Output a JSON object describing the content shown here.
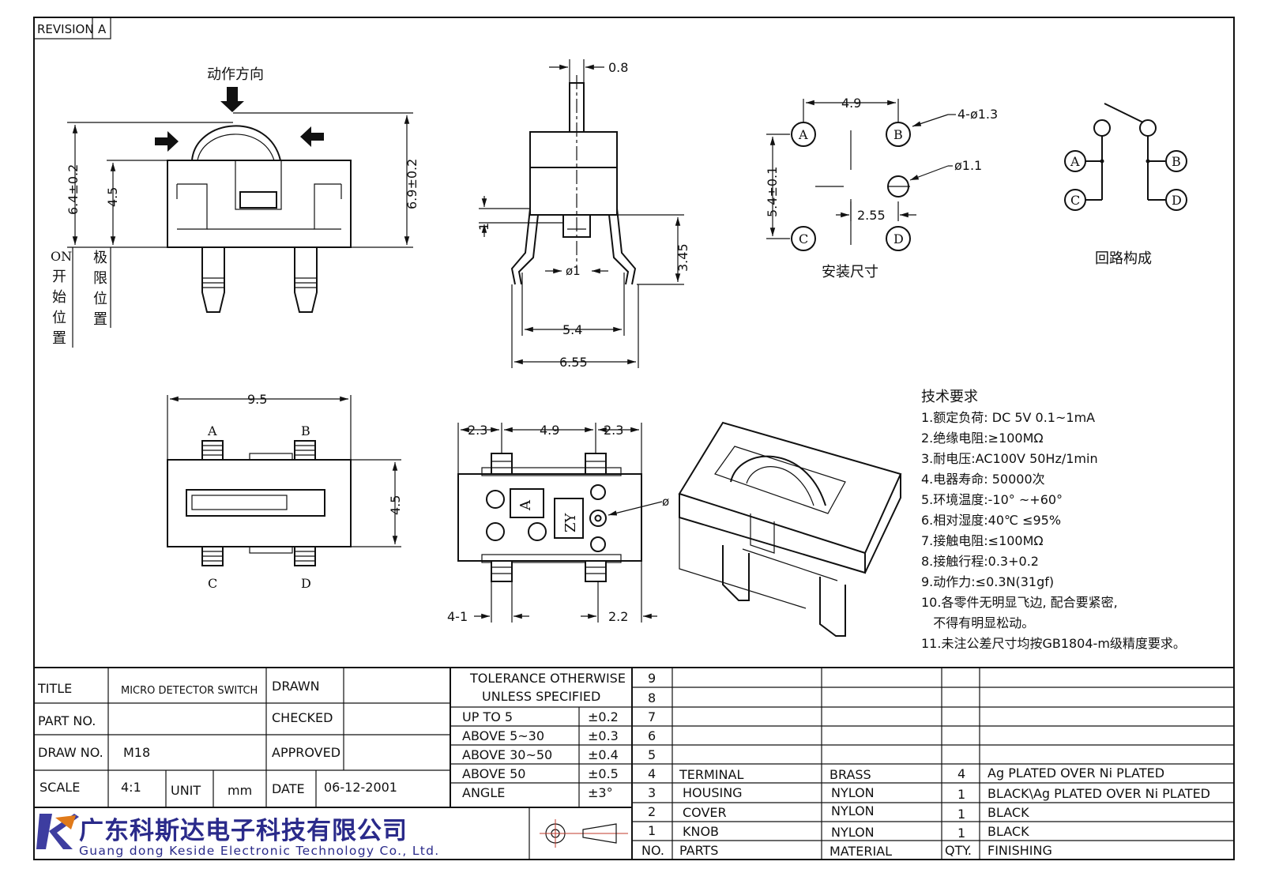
{
  "revision": {
    "label": "REVISION",
    "value": "A"
  },
  "action_direction": "动作方向",
  "dims": {
    "d_6_4": "6.4±0.2",
    "d_4_5_left": "4.5",
    "d_6_9": "6.9±0.2",
    "d_0_8": "0.8",
    "d_1": "1",
    "d_3_45": "3.45",
    "d_phi1": "ø1",
    "d_5_4": "5.4",
    "d_6_55": "6.55",
    "d_4_9_top": "4.9",
    "d_4phi13": "4-ø1.3",
    "d_phi11": "ø1.1",
    "d_5_4v": "5.4±0.1",
    "d_2_55": "2.55",
    "d_9_5": "9.5",
    "d_4_5_right": "4.5",
    "d_2_3a": "2.3",
    "d_4_9b": "4.9",
    "d_2_3b": "2.3",
    "d_4_1": "4-1",
    "d_2_2": "2.2",
    "d_phi": "ø"
  },
  "pos_on_start": [
    "ON",
    "开",
    "始",
    "位",
    "置"
  ],
  "pos_limit": [
    "极",
    "限",
    "位",
    "置"
  ],
  "mount_label": "安装尺寸",
  "circuit_label": "回路构成",
  "pins": {
    "a": "A",
    "b": "B",
    "c": "C",
    "d": "D"
  },
  "mark_a": "A",
  "mark_zy": "ZY",
  "tech": {
    "title": "技术要求",
    "items": [
      "1.额定负荷: DC 5V  0.1~1mA",
      "2.绝缘电阻:≥100MΩ",
      "3.耐电压:AC100V 50Hz/1min",
      "4.电器寿命: 50000次",
      "5.环境温度:-10°  ~+60°",
      "6.相对湿度:40℃   ≤95%",
      "7.接触电阻:≤100MΩ",
      "8.接触行程:0.3+0.2",
      "9.动作力:≤0.3N(31gf)",
      "10.各零件无明显飞边, 配合要紧密,",
      "   不得有明显松动。",
      "11.未注公差尺寸均按GB1804-m级精度要求。"
    ]
  },
  "title_block": {
    "title_label": "TITLE",
    "title_value": "MICRO DETECTOR SWITCH",
    "drawn_label": "DRAWN",
    "part_label": "PART NO.",
    "checked_label": "CHECKED",
    "drawno_label": "DRAW NO.",
    "drawno_value": "M18",
    "approved_label": "APPROVED",
    "scale_label": "SCALE",
    "scale_value": "4:1",
    "unit_label": "UNIT",
    "unit_value": "mm",
    "date_label": "DATE",
    "date_value": "06-12-2001",
    "tol_title_1": "TOLERANCE OTHERWISE",
    "tol_title_2": "UNLESS SPECIFIED",
    "tolerances": [
      {
        "range": "UP TO 5",
        "value": "±0.2"
      },
      {
        "range": "ABOVE 5~30",
        "value": "±0.3"
      },
      {
        "range": "ABOVE 30~50",
        "value": "±0.4"
      },
      {
        "range": "ABOVE 50",
        "value": "±0.5"
      },
      {
        "range": "ANGLE",
        "value": "±3°"
      }
    ]
  },
  "company": {
    "cn": "广东科斯达电子科技有限公司",
    "en": "Guang dong Keside Electronic Technology Co., Ltd.",
    "logo_letter": "K"
  },
  "bom": {
    "header": {
      "no": "NO.",
      "parts": "PARTS",
      "material": "MATERIAL",
      "qty": "QTY.",
      "finishing": "FINISHING"
    },
    "empty_rows": [
      "9",
      "8",
      "7",
      "6",
      "5"
    ],
    "rows": [
      {
        "no": "4",
        "part": "TERMINAL",
        "material": "BRASS",
        "qty": "4",
        "finishing": "Ag PLATED OVER Ni PLATED"
      },
      {
        "no": "3",
        "part": "HOUSING",
        "material": "NYLON",
        "qty": "1",
        "finishing": "BLACK\\Ag PLATED OVER Ni PLATED"
      },
      {
        "no": "2",
        "part": "COVER",
        "material": "NYLON",
        "qty": "1",
        "finishing": "BLACK"
      },
      {
        "no": "1",
        "part": "KNOB",
        "material": "NYLON",
        "qty": "1",
        "finishing": "BLACK"
      }
    ]
  }
}
